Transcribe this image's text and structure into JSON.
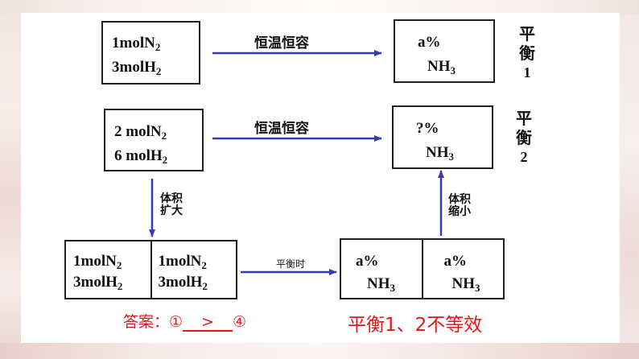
{
  "colors": {
    "arrow": "#3a3ab8",
    "answer": "#e01818",
    "border": "#222222"
  },
  "row1": {
    "left": {
      "n2": "1molN",
      "n2_sub": "2",
      "h2": "3molH",
      "h2_sub": "2"
    },
    "condition": "恒温恒容",
    "right": {
      "pct": "a%",
      "nh3": "NH",
      "nh3_sub": "3"
    },
    "label": [
      "平",
      "衡",
      "1"
    ]
  },
  "row2": {
    "left": {
      "n2": "2 molN",
      "n2_sub": "2",
      "h2": "6 molH",
      "h2_sub": "2"
    },
    "condition": "恒温恒容",
    "right": {
      "pct": "?%",
      "nh3": "NH",
      "nh3_sub": "3"
    },
    "label": [
      "平",
      "衡",
      "2"
    ]
  },
  "down_label": [
    "体积",
    "扩大"
  ],
  "up_label": [
    "体积",
    "缩小"
  ],
  "row3": {
    "left_cells": [
      {
        "n2": "1molN",
        "n2_sub": "2",
        "h2": "3molH",
        "h2_sub": "2"
      },
      {
        "n2": "1molN",
        "n2_sub": "2",
        "h2": "3molH",
        "h2_sub": "2"
      }
    ],
    "condition": "平衡时",
    "right_cells": [
      {
        "pct": "a%",
        "nh3": "NH",
        "nh3_sub": "3"
      },
      {
        "pct": "a%",
        "nh3": "NH",
        "nh3_sub": "3"
      }
    ]
  },
  "answer": {
    "prefix": "答案：①",
    "blank": ">",
    "suffix": "④"
  },
  "note": "平衡1、2不等效"
}
